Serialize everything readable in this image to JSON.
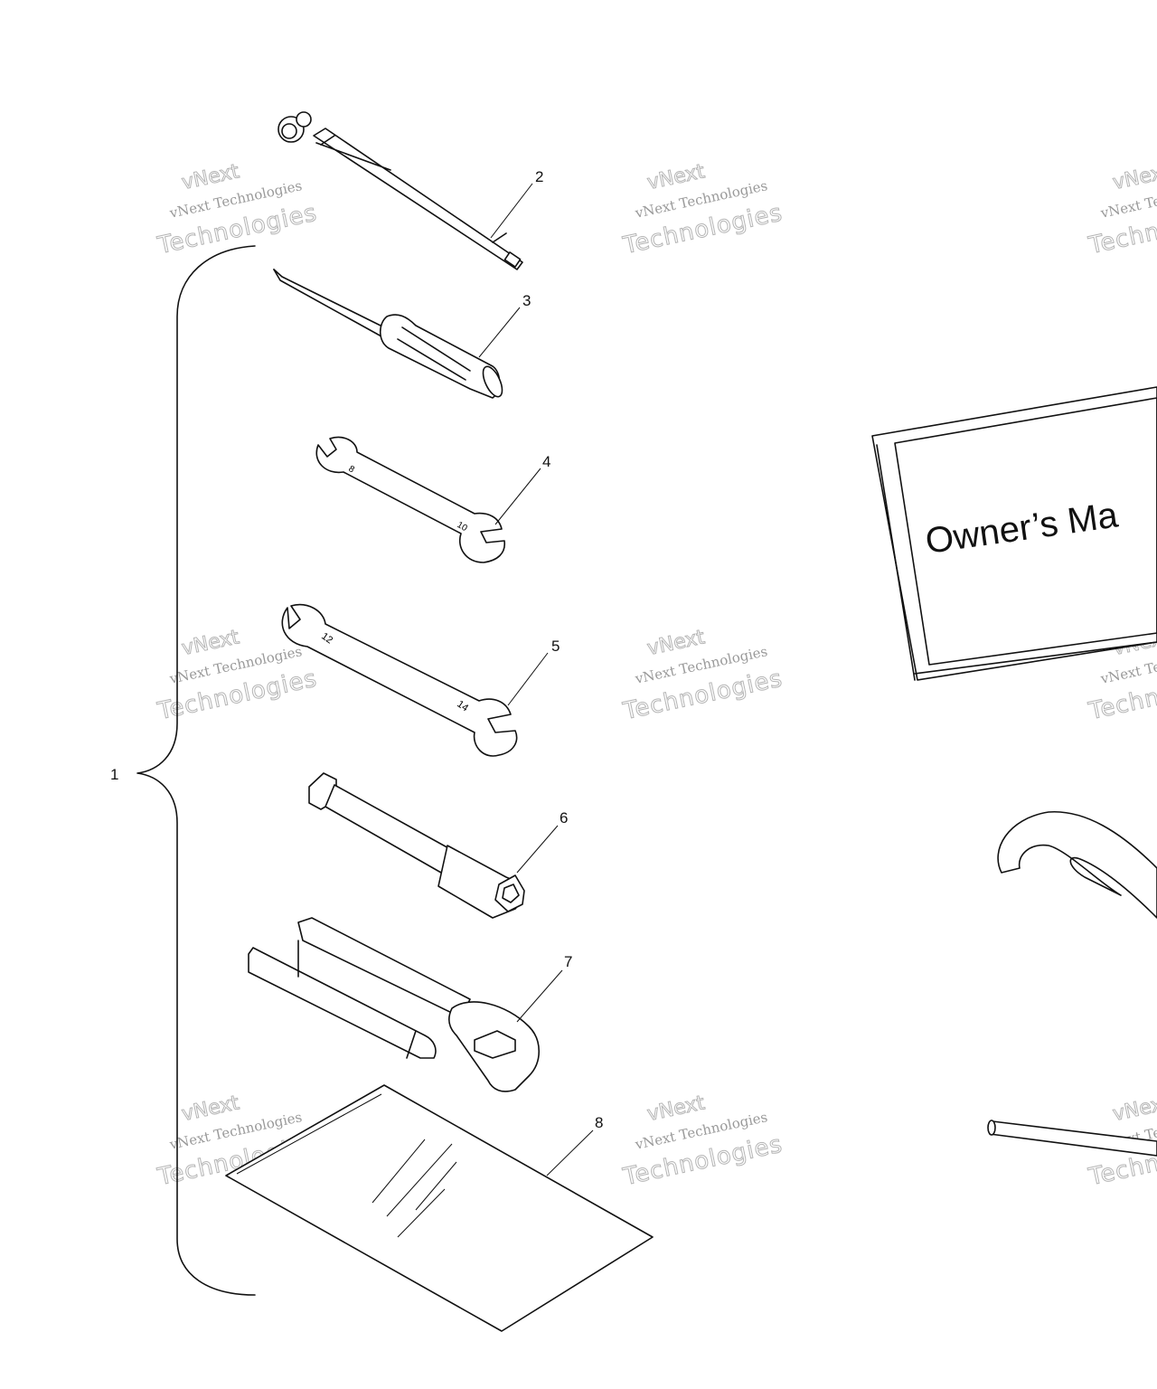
{
  "diagram": {
    "callouts": [
      "1",
      "2",
      "3",
      "4",
      "5",
      "6",
      "7",
      "8"
    ],
    "manual_cover_text": "Owner’s Ma",
    "watermark": {
      "line1": "vNext",
      "line2": "vNext Technologies",
      "line3": "Technologies"
    }
  }
}
